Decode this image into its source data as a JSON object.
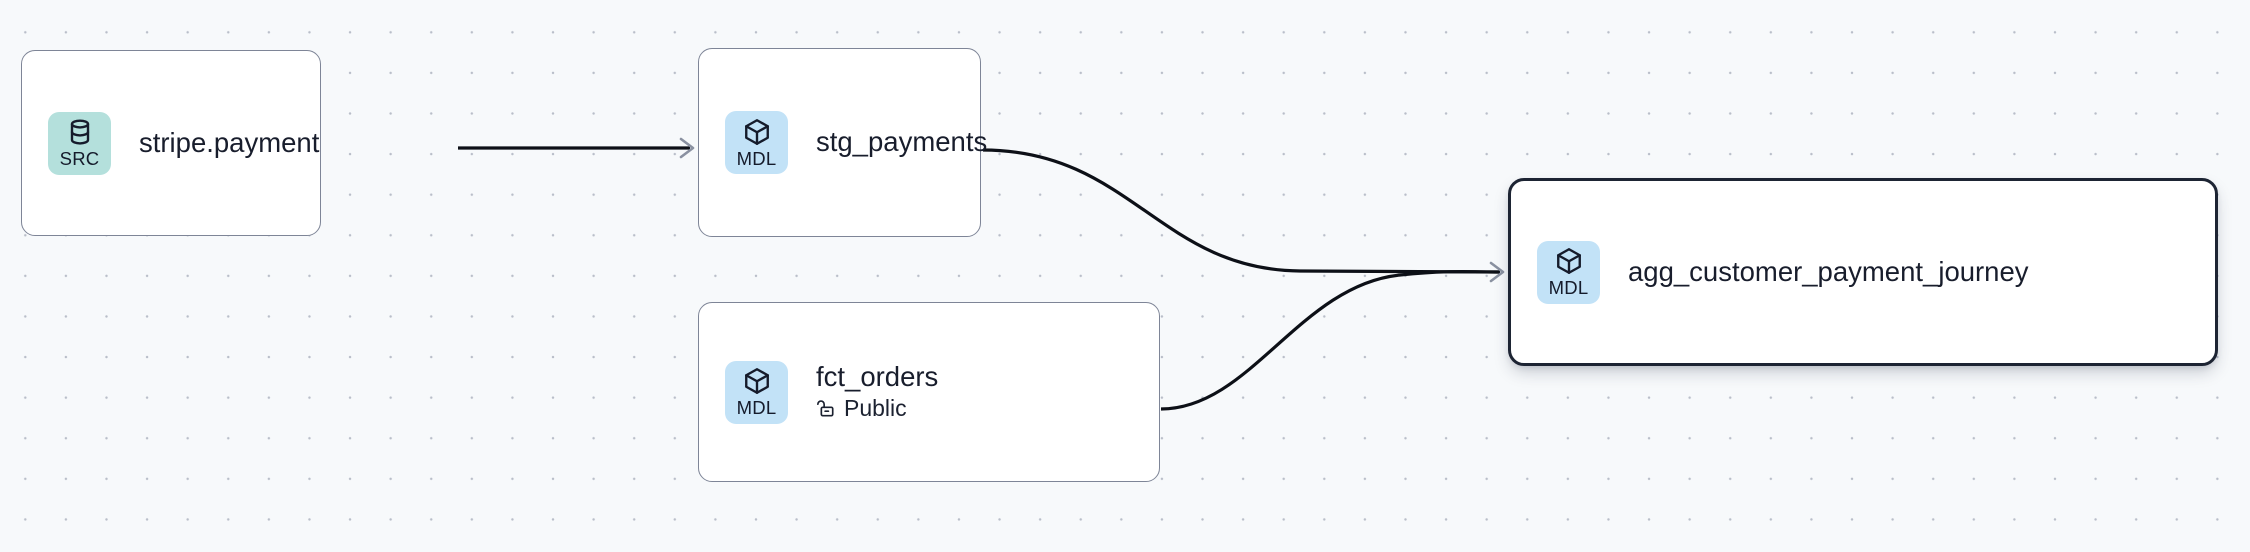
{
  "canvas": {
    "background_color": "#f7f9fb",
    "dot_color": "#b9bec9",
    "edge_color": "#0d1017",
    "arrow_color": "#8a91a1"
  },
  "palette": {
    "source_badge_bg": "#b4e0dc",
    "model_badge_bg": "#c2e2f7",
    "node_border": "#7e8597",
    "selected_border": "#1d2433",
    "text": "#181d2c"
  },
  "nodes": [
    {
      "id": "source",
      "badge_label": "SRC",
      "badge_icon": "database-icon",
      "badge_kind": "src",
      "title": "stripe.payment",
      "subtitle": null,
      "subtitle_icon": null,
      "selected": false
    },
    {
      "id": "staging",
      "badge_label": "MDL",
      "badge_icon": "cube-icon",
      "badge_kind": "mdl",
      "title": "stg_payments",
      "subtitle": null,
      "subtitle_icon": null,
      "selected": false
    },
    {
      "id": "facts",
      "badge_label": "MDL",
      "badge_icon": "cube-icon",
      "badge_kind": "mdl",
      "title": "fct_orders",
      "subtitle": "Public",
      "subtitle_icon": "unlock-icon",
      "selected": false
    },
    {
      "id": "aggregate",
      "badge_label": "MDL",
      "badge_icon": "cube-icon",
      "badge_kind": "mdl",
      "title": "agg_customer_payment_journey",
      "subtitle": null,
      "subtitle_icon": null,
      "selected": true
    }
  ],
  "edges": [
    {
      "id": "source-to-staging",
      "from": "source",
      "to": "staging",
      "style": "straight"
    },
    {
      "id": "staging-to-aggregate",
      "from": "staging",
      "to": "aggregate",
      "style": "bezier"
    },
    {
      "id": "facts-to-aggregate",
      "from": "facts",
      "to": "aggregate",
      "style": "bezier"
    }
  ]
}
